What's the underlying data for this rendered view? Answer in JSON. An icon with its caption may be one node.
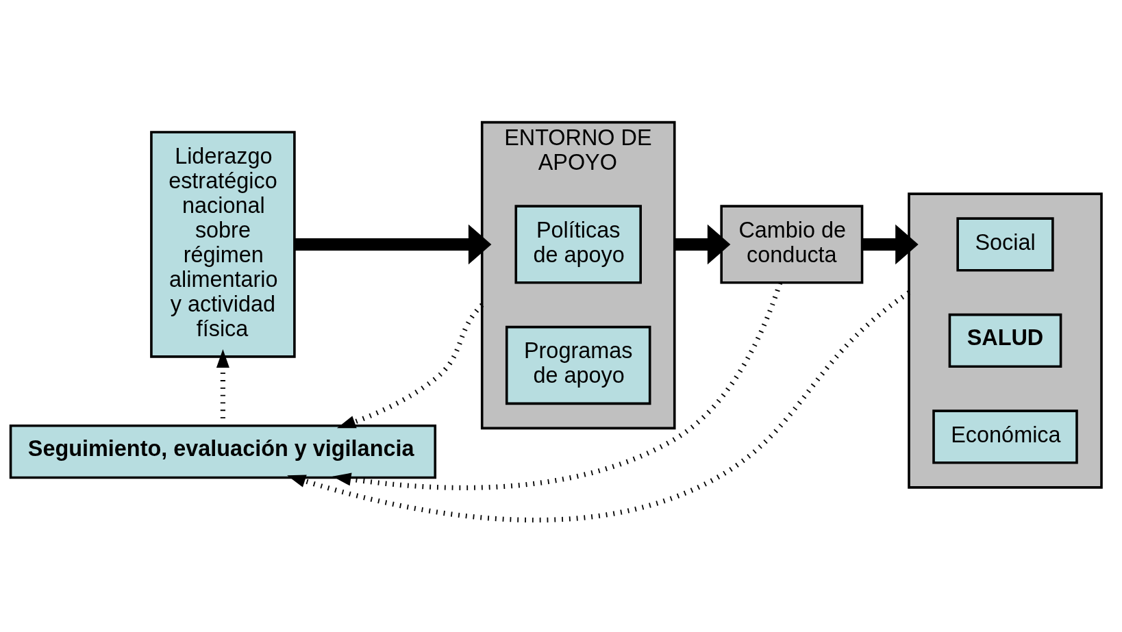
{
  "diagram": {
    "nodes": [
      {
        "text": [
          "Liderazgo estratégico nacional sobre régimen alimentario y actividad física"
        ]
      },
      {
        "text": [
          "ENTORNO DE APOYO"
        ]
      },
      {
        "text": [
          "Políticas de apoyo"
        ],
        "in": 1
      },
      {
        "text": [
          "Programas de apoyo"
        ],
        "in": 1
      },
      {
        "text": [
          "Cambio de conducta"
        ]
      },
      {
        "text": [],
        "shape": "box"
      },
      {
        "text": [
          "Social"
        ],
        "in": 5
      },
      {
        "text": [
          "SALUD"
        ],
        "in": 5
      },
      {
        "text": [
          "Económica"
        ],
        "in": 5
      },
      {
        "text": [
          "Seguimiento, evaluación y vigilancia"
        ]
      }
    ],
    "edges": [
      {
        "from": 0,
        "to": 1,
        "arrow": "to",
        "style": "thick"
      },
      {
        "from": 1,
        "to": 4,
        "arrow": "to",
        "style": "thick"
      },
      {
        "from": 4,
        "to": 5,
        "arrow": "to",
        "style": "thick"
      },
      {
        "from": 1,
        "to": 9,
        "arrow": "to",
        "style": "dashed"
      },
      {
        "from": 4,
        "to": 9,
        "arrow": "to",
        "style": "dashed"
      },
      {
        "from": 5,
        "to": 9,
        "arrow": "to",
        "style": "dashed"
      },
      {
        "from": 9,
        "to": 0,
        "arrow": "to",
        "style": "dashed"
      }
    ]
  }
}
